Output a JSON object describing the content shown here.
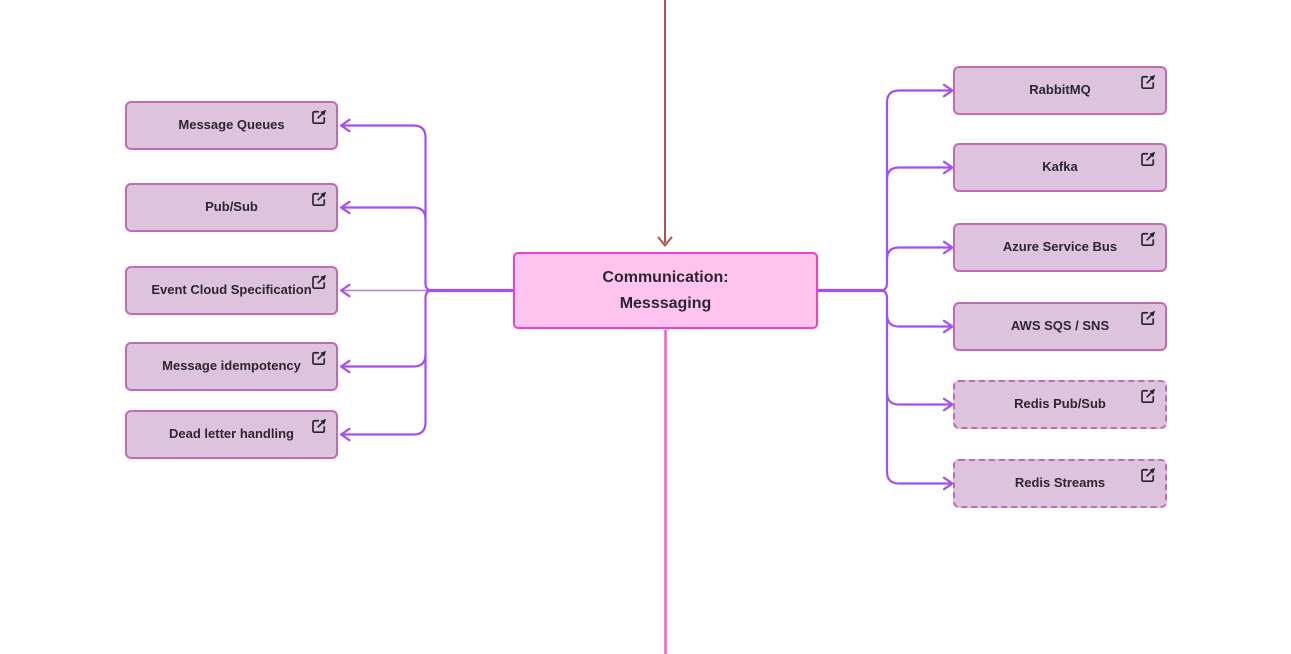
{
  "diagram": {
    "center": {
      "label_line1": "Communication:",
      "label_line2": "Messsaging"
    },
    "left_nodes": [
      {
        "label": "Message Queues",
        "border": "solid"
      },
      {
        "label": "Pub/Sub",
        "border": "solid"
      },
      {
        "label": "Event Cloud Specification",
        "border": "solid"
      },
      {
        "label": "Message idempotency",
        "border": "solid"
      },
      {
        "label": "Dead letter handling",
        "border": "solid"
      }
    ],
    "right_nodes": [
      {
        "label": "RabbitMQ",
        "border": "solid"
      },
      {
        "label": "Kafka",
        "border": "solid"
      },
      {
        "label": "Azure Service Bus",
        "border": "solid"
      },
      {
        "label": "AWS SQS / SNS",
        "border": "solid"
      },
      {
        "label": "Redis Pub/Sub",
        "border": "dashed"
      },
      {
        "label": "Redis Streams",
        "border": "dashed"
      }
    ],
    "icons": {
      "node_icon": "external-link-icon"
    },
    "colors": {
      "edge_purple": "#A44FF2",
      "edge_purple_light": "#B678F0",
      "edge_red": "#B0524A",
      "edge_pink": "#F650D0",
      "node_fill": "#DEC3DE",
      "node_border": "#BF6CB3",
      "center_fill": "#FFC3EF",
      "center_border": "#EE40CA",
      "text": "#2A2730",
      "icon": "#26242B"
    }
  }
}
